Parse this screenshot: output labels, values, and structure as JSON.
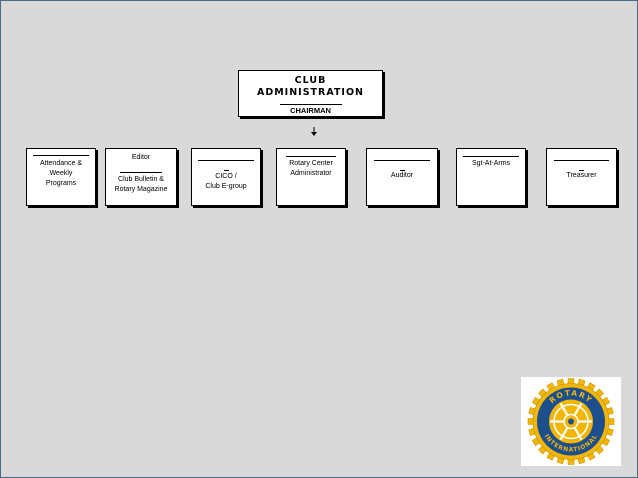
{
  "head": {
    "line1": "CLUB",
    "line2": "ADMINISTRATION",
    "title": "CHAIRMAN"
  },
  "committees": {
    "attendance": {
      "l1": "Attendance &",
      "l2": "Weekly",
      "l3": "Programs"
    },
    "editor": {
      "role": "Editor",
      "l1": "Club Bulletin &",
      "l2": "Rotary Magazine"
    },
    "cico": {
      "l1": "CICO /",
      "l2": "Club E-group"
    },
    "rcenter": {
      "l1": "Rotary Center",
      "l2": "Administrator"
    },
    "auditor": {
      "l1": "Auditor"
    },
    "sgt": {
      "l1": "Sgt-At-Arms"
    },
    "treasurer": {
      "l1": "Treasurer"
    }
  },
  "logo": {
    "top_text": "ROTARY",
    "bottom_text": "INTERNATIONAL"
  },
  "colors": {
    "gold": "#f2b705",
    "blue": "#1d4f8f",
    "background": "#d9d9d9"
  }
}
